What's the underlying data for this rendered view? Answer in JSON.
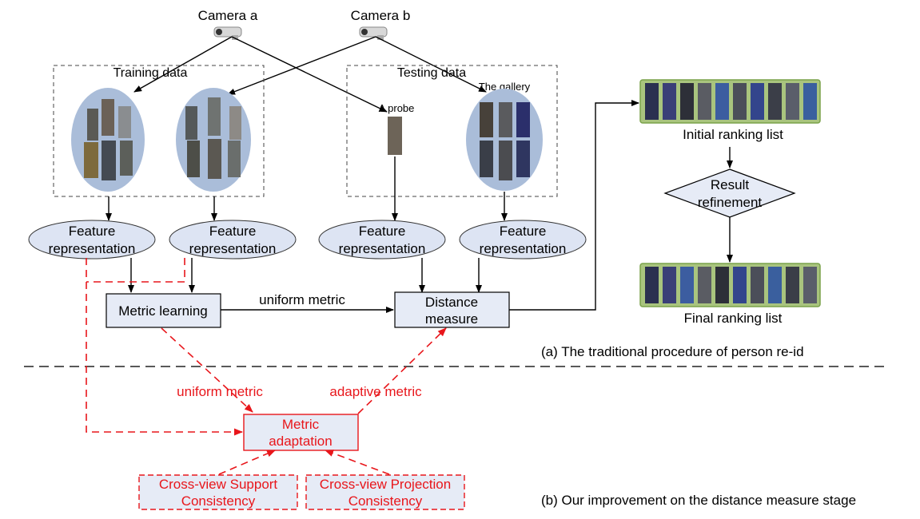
{
  "cameras": {
    "a": "Camera a",
    "b": "Camera b"
  },
  "training_label": "Training data",
  "testing_label": "Testing data",
  "probe_label": "A probe",
  "gallery_label": "The gallery",
  "feature_label": [
    "Feature",
    "representation"
  ],
  "metric_learning": "Metric learning",
  "uniform_metric_black": "uniform metric",
  "distance_measure": [
    "Distance",
    "measure"
  ],
  "initial_ranking": "Initial ranking list",
  "result_refinement": [
    "Result",
    "refinement"
  ],
  "final_ranking": "Final ranking list",
  "caption_a": "(a) The traditional procedure of person re-id",
  "uniform_metric_red": "uniform metric",
  "adaptive_metric": "adaptive metric",
  "metric_adaptation": [
    "Metric",
    "adaptation"
  ],
  "support_consistency": [
    "Cross-view Support",
    "Consistency"
  ],
  "projection_consistency": [
    "Cross-view Projection",
    "Consistency"
  ],
  "caption_b": "(b) Our improvement on the distance measure stage",
  "colors": {
    "box_fill": "#e6ebf6",
    "ellipse_fill": "#dde4f3",
    "cluster_fill": "#aabdd9",
    "red": "#e8161b",
    "strip_border": "#7aa24a"
  }
}
